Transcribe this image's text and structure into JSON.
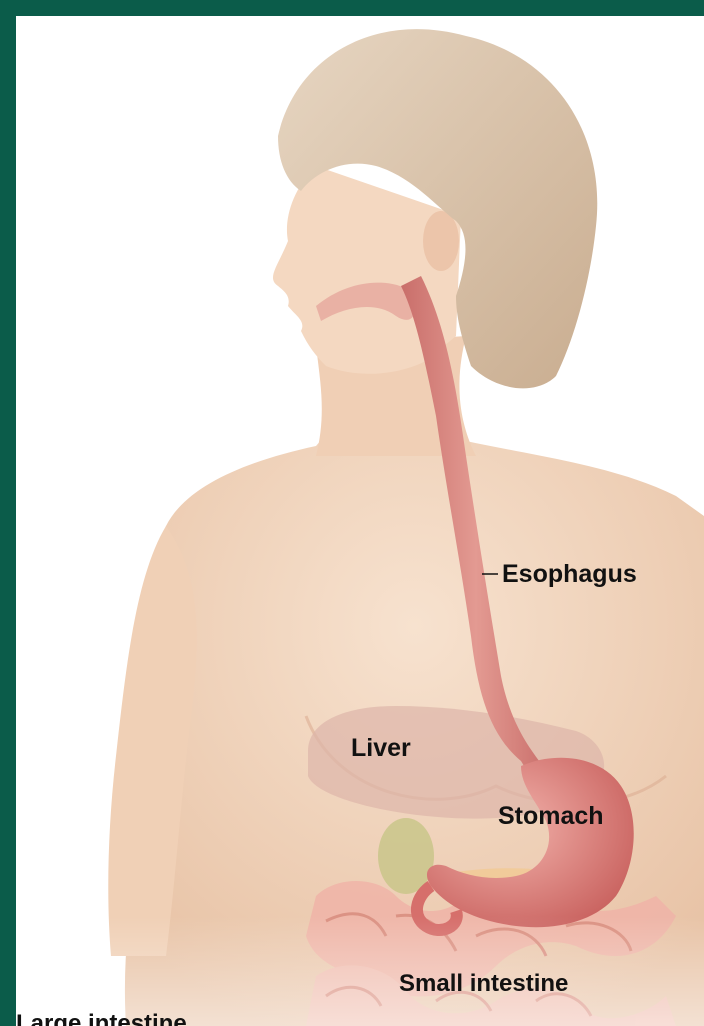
{
  "labels": {
    "esophagus": "Esophagus",
    "liver": "Liver",
    "stomach": "Stomach",
    "small_intestine": "Small intestine",
    "large_intestine": "Large intestine"
  },
  "colors": {
    "frame": "#0b5c4a",
    "skin": "#f3d7c0",
    "hair": "#d9c3aa",
    "esophagus": "#d5807a",
    "stomach": "#de8a87",
    "intestine": "#f0b4a8",
    "liver": "#ddb5a9",
    "gallbladder": "#c9c68a"
  }
}
